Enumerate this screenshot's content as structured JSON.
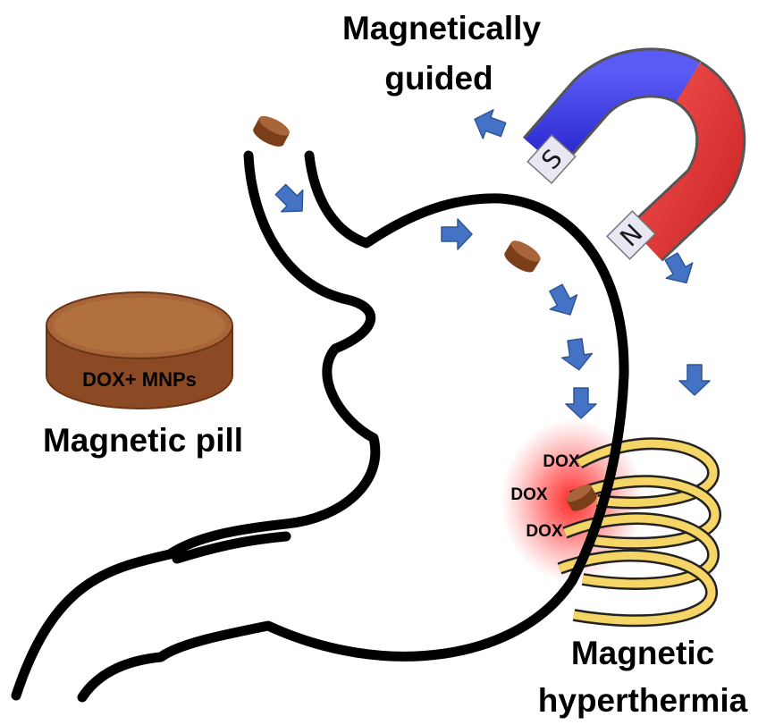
{
  "labels": {
    "guided_line1": "Magnetically",
    "guided_line2": "guided",
    "pill_title": "Magnetic pill",
    "pill_content": "DOX+ MNPs",
    "hyper_line1": "Magnetic",
    "hyper_line2": "hyperthermia",
    "dox": "DOX"
  },
  "magnet": {
    "south": "S",
    "north": "N"
  },
  "colors": {
    "pill_body": "#8b4a23",
    "pill_top": "#a8653a",
    "arrow": "#4472c4",
    "magnet_blue": "#3a3ae0",
    "magnet_red": "#e03a3a",
    "coil": "#f5d565",
    "heat": "#ff2020"
  },
  "icons": [
    "pill-icon",
    "magnet-icon",
    "coil-icon",
    "arrow-icon",
    "stomach-outline"
  ]
}
